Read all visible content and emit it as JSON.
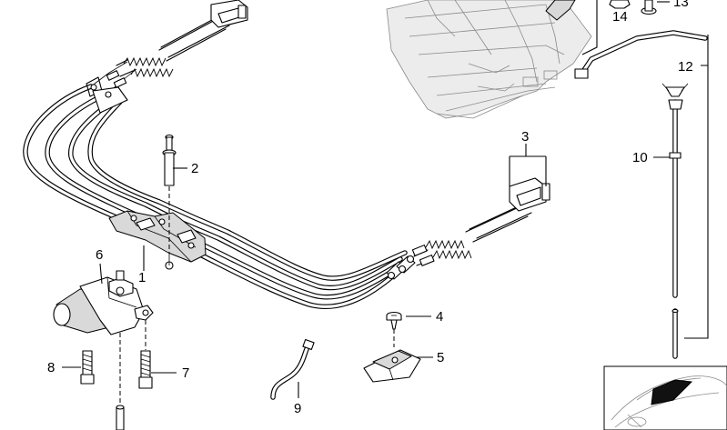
{
  "parts": [
    {
      "id": "p1",
      "number": "1"
    },
    {
      "id": "p2",
      "number": "2"
    },
    {
      "id": "p3",
      "number": "3"
    },
    {
      "id": "p4",
      "number": "4"
    },
    {
      "id": "p5",
      "number": "5"
    },
    {
      "id": "p6",
      "number": "6"
    },
    {
      "id": "p7",
      "number": "7"
    },
    {
      "id": "p8",
      "number": "8"
    },
    {
      "id": "p9",
      "number": "9"
    },
    {
      "id": "p10",
      "number": "10"
    },
    {
      "id": "p12",
      "number": "12"
    },
    {
      "id": "p13",
      "number": "13"
    },
    {
      "id": "p14",
      "number": "14"
    }
  ]
}
